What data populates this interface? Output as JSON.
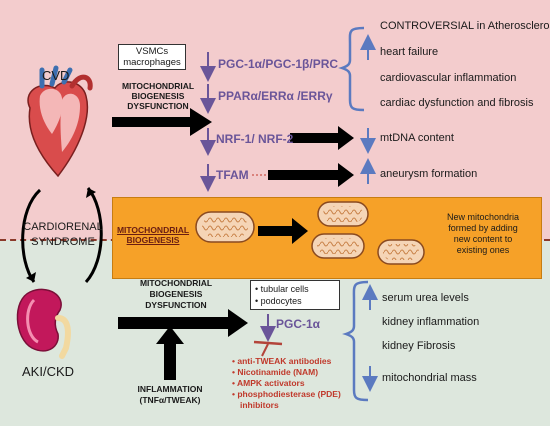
{
  "colors": {
    "top_bg": "#f3cccd",
    "bottom_bg": "#dde7dd",
    "orange": "#f6a128",
    "purple": "#6a5599",
    "blue": "#5b7ac0",
    "dark_red": "#c0392b"
  },
  "cvd": {
    "label": "CVD",
    "cell_box": [
      "VSMCs",
      "macrophages"
    ],
    "dysfunction_label": [
      "MITOCHONDRIAL",
      "BIOGENESIS",
      "DYSFUNCTION"
    ],
    "pgc": "PGC-1α/PGC-1β/PRC",
    "ppar": "PPARα/ERRα /ERRγ",
    "nrf": "NRF-1/ NRF-2",
    "tfam": "TFAM",
    "mtdna": "mtDNA content",
    "aneurysm": "aneurysm formation",
    "outcomes": [
      "CONTROVERSIAL in Atherosclerosis",
      "heart failure",
      "cardiovascular inflammation",
      "cardiac dysfunction and fibrosis"
    ]
  },
  "middle": {
    "cardiorenal": [
      "CARDIORENAL",
      "SYNDROME"
    ],
    "biogenesis_label": [
      "MITOCHONDRIAL",
      "BIOGENESIS"
    ],
    "new_mito_text": [
      "New mitochondria",
      "formed by adding",
      "new content to",
      "existing ones"
    ]
  },
  "aki": {
    "label": "AKI/CKD",
    "dysfunction_label": [
      "MITOCHONDRIAL",
      "BIOGENESIS",
      "DYSFUNCTION"
    ],
    "inflammation_label": [
      "INFLAMMATION",
      "(TNFα/TWEAK)"
    ],
    "cell_box": [
      "tubular cells",
      "podocytes"
    ],
    "pgc": "PGC-1α",
    "treatments": [
      "anti-TWEAK antibodies",
      "Nicotinamide (NAM)",
      "AMPK activators",
      "phosphodiesterase (PDE)",
      "inhibitors"
    ],
    "outcomes": [
      "serum urea levels",
      "kidney inflammation",
      "kidney Fibrosis",
      "mitochondrial mass"
    ]
  }
}
